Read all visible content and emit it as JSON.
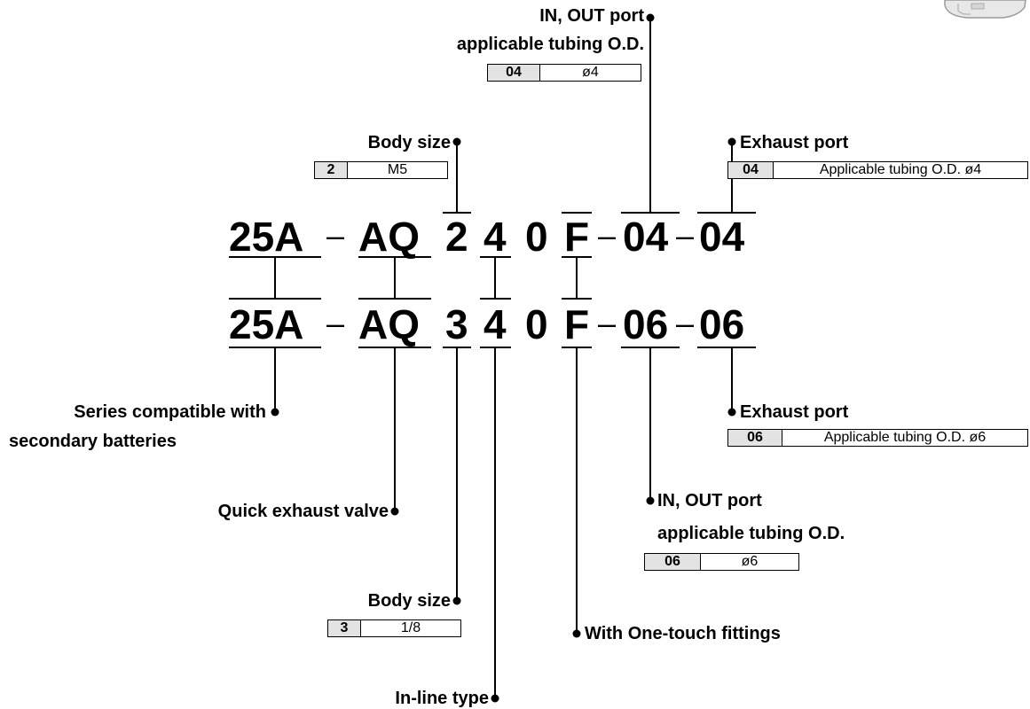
{
  "row1": {
    "series": "25A",
    "dash1": "–",
    "valve": "AQ",
    "size": "2",
    "type": "4",
    "zero": "0",
    "fitting": "F",
    "dash2": "–",
    "inout": "04",
    "dash3": "–",
    "exhaust": "04"
  },
  "row2": {
    "series": "25A",
    "dash1": "–",
    "valve": "AQ",
    "size": "3",
    "type": "4",
    "zero": "0",
    "fitting": "F",
    "dash2": "–",
    "inout": "06",
    "dash3": "–",
    "exhaust": "06"
  },
  "labels": {
    "inout_top_line1": "IN, OUT port",
    "inout_top_line2": "applicable tubing O.D.",
    "body_size_top": "Body size",
    "exhaust_top": "Exhaust port",
    "series_line1": "Series compatible with",
    "series_line2": "secondary batteries",
    "exhaust_bottom": "Exhaust port",
    "quick_valve": "Quick exhaust valve",
    "inout_bottom_line1": "IN, OUT port",
    "inout_bottom_line2": "applicable tubing O.D.",
    "body_size_bottom": "Body size",
    "one_touch": "With One-touch fittings",
    "inline": "In-line type"
  },
  "tables": {
    "inout_top": {
      "key": "04",
      "value": "ø4"
    },
    "body_top": {
      "key": "2",
      "value": "M5"
    },
    "exhaust_top": {
      "key": "04",
      "value": "Applicable tubing O.D. ø4"
    },
    "exhaust_bottom": {
      "key": "06",
      "value": "Applicable tubing O.D. ø6"
    },
    "inout_bottom": {
      "key": "06",
      "value": "ø6"
    },
    "body_bottom": {
      "key": "3",
      "value": "1/8"
    }
  },
  "colors": {
    "text": "#000000",
    "table_key_bg": "#e3e3e3",
    "background": "#ffffff"
  },
  "icons": {
    "product_photo": "quick-exhaust-valve-photo"
  }
}
